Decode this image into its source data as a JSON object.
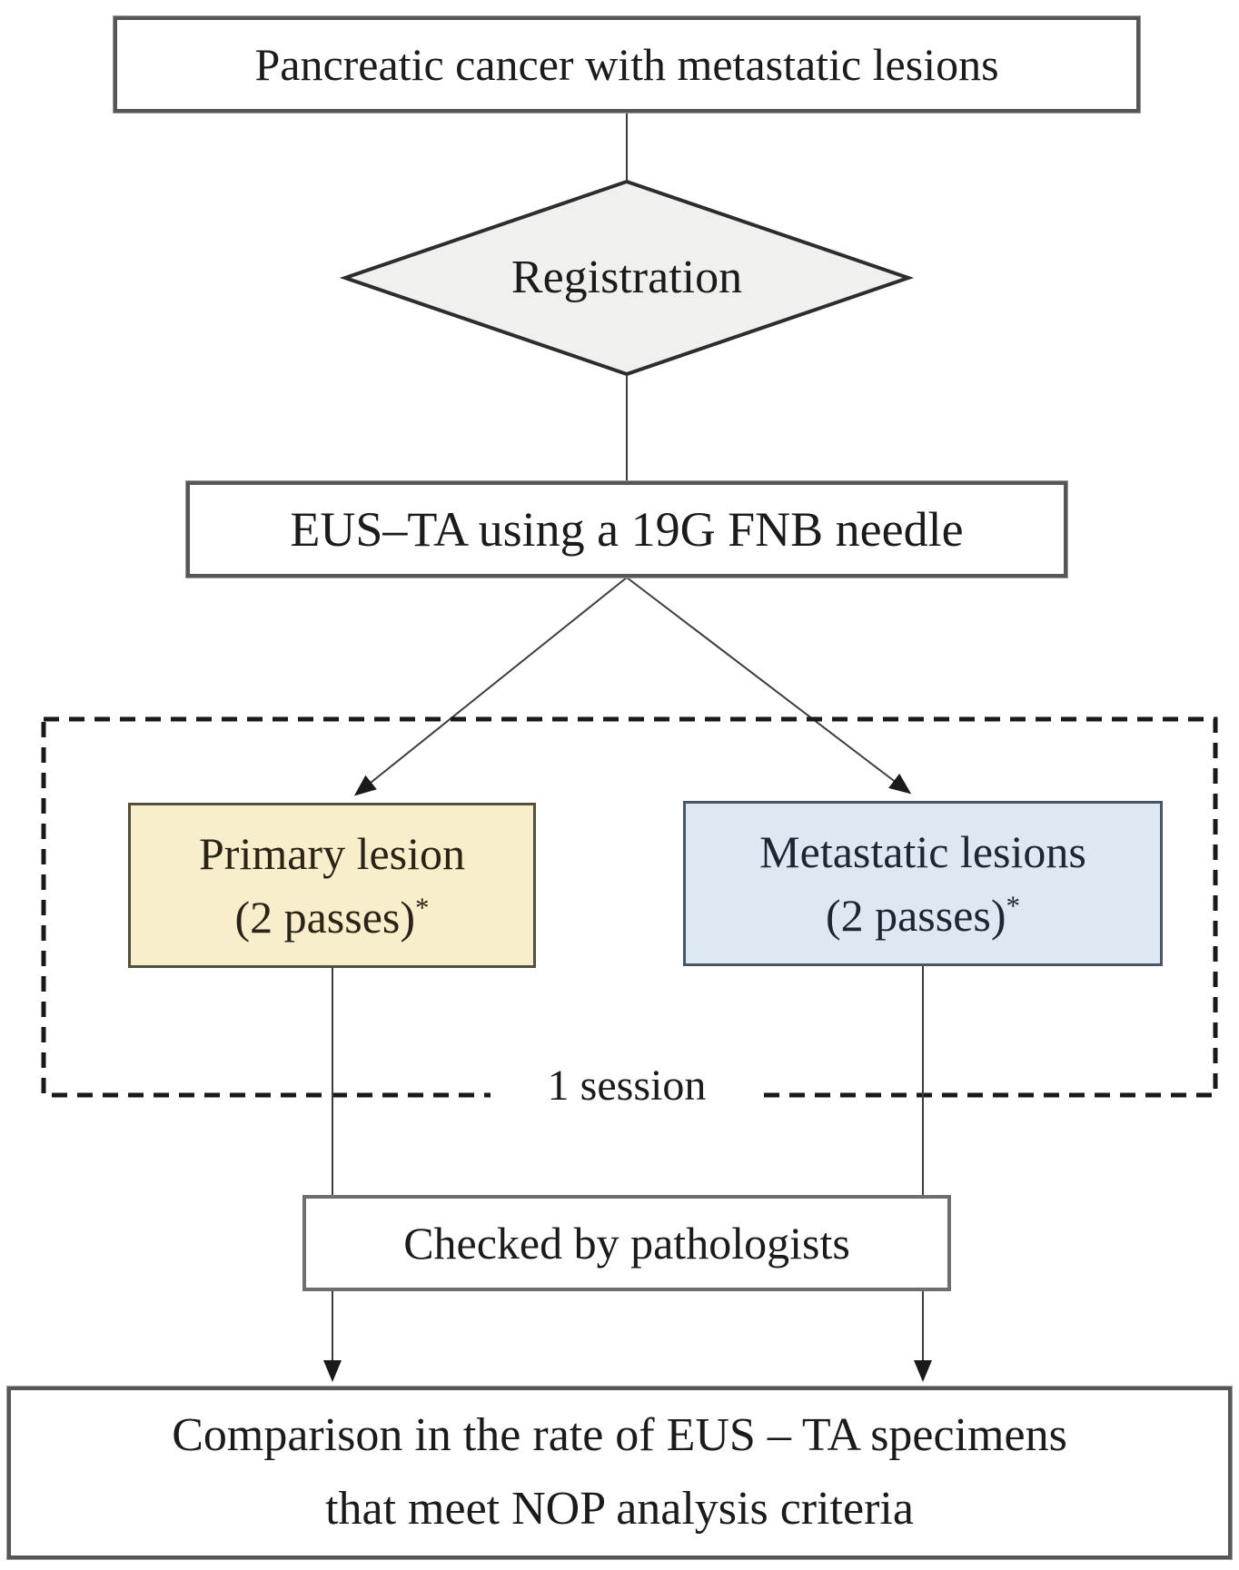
{
  "flowchart": {
    "title_hint": "Study flow diagram",
    "nodes": {
      "start": {
        "label": "Pancreatic cancer with metastatic lesions"
      },
      "registration": {
        "label": "Registration"
      },
      "eus_ta": {
        "label": "EUS–TA using a 19G FNB needle"
      },
      "primary": {
        "line1": "Primary lesion",
        "line2": "(2 passes)",
        "superscript": "*"
      },
      "metastatic": {
        "line1": "Metastatic lesions",
        "line2": "(2 passes)",
        "superscript": "*"
      },
      "session": {
        "label": "1 session"
      },
      "pathologists": {
        "label": "Checked by pathologists"
      },
      "outcome": {
        "line1": "Comparison in the rate of EUS – TA specimens",
        "line2": "that meet NOP analysis criteria"
      }
    },
    "colors": {
      "canvas_bg": "#ffffff",
      "plain_box_bg": "#ffffff",
      "plain_box_border": "#565656",
      "diamond_fill": "#f0f0ee",
      "diamond_border": "#2d2d2d",
      "primary_fill": "#f8eecb",
      "metastatic_fill": "#dde8f3",
      "connector_color": "#3c3c3c",
      "arrowhead_color": "#1a1a1a",
      "dashed_border_color": "#191919",
      "text_color": "#1b1b1b"
    }
  }
}
